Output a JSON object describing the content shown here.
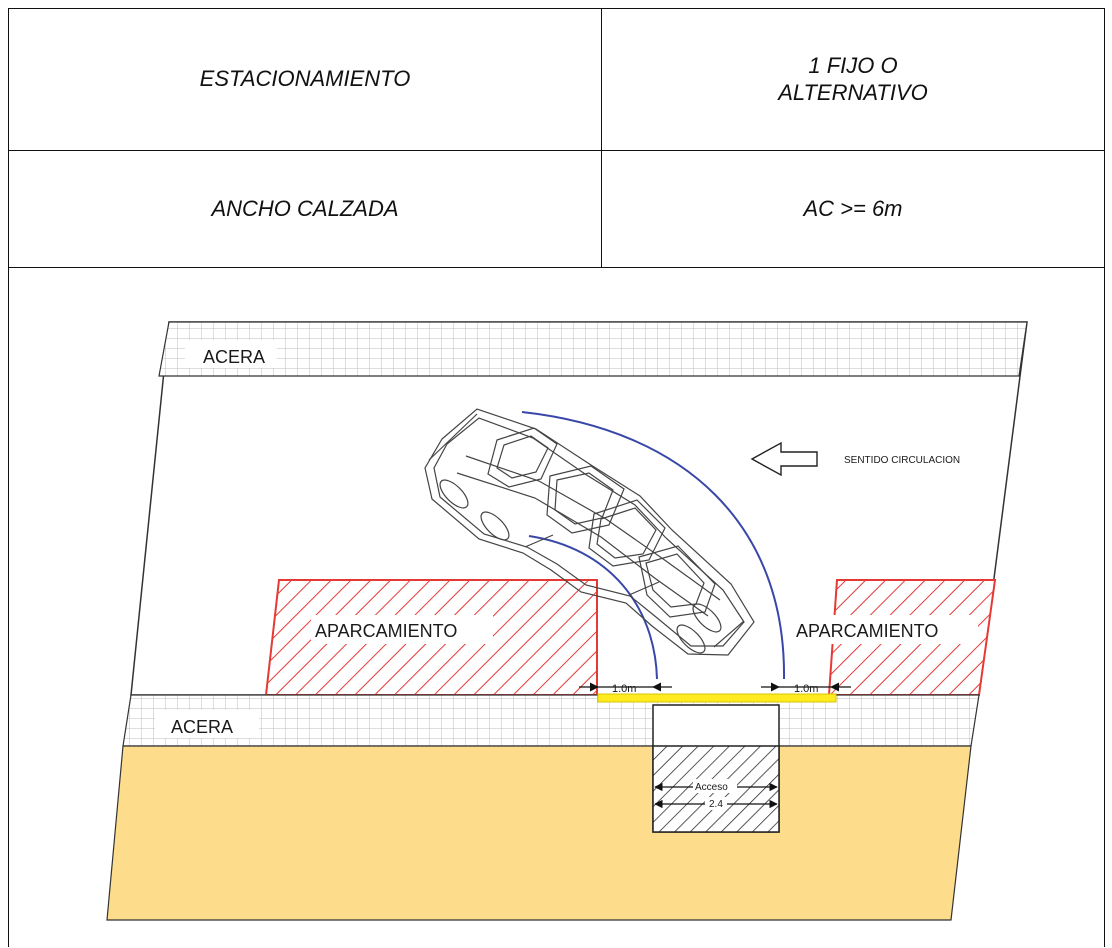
{
  "table": {
    "row1": {
      "label": "ESTACIONAMIENTO",
      "value": "1 FIJO O\nALTERNATIVO"
    },
    "row2": {
      "label": "ANCHO CALZADA",
      "value": "AC >= 6m"
    }
  },
  "diagram": {
    "labels": {
      "sidewalk_top": "ACERA",
      "sidewalk_bottom": "ACERA",
      "parking_left": "APARCAMIENTO",
      "parking_right": "APARCAMIENTO",
      "direction": "SENTIDO CIRCULACION",
      "clearance_left": "1.0m",
      "clearance_right": "1.0m",
      "access": "Acceso",
      "access_width": "2.4"
    },
    "colors": {
      "sidewalk_grid": "#bdbdbd",
      "parking_hatch": "#e53935",
      "curve_line": "#3948a8",
      "access_bar": "#ffeb1f",
      "ground": "#fddc8c",
      "access_hatch": "#222222"
    },
    "icons": [
      "direction-arrow-icon",
      "car-outline-icon"
    ]
  }
}
